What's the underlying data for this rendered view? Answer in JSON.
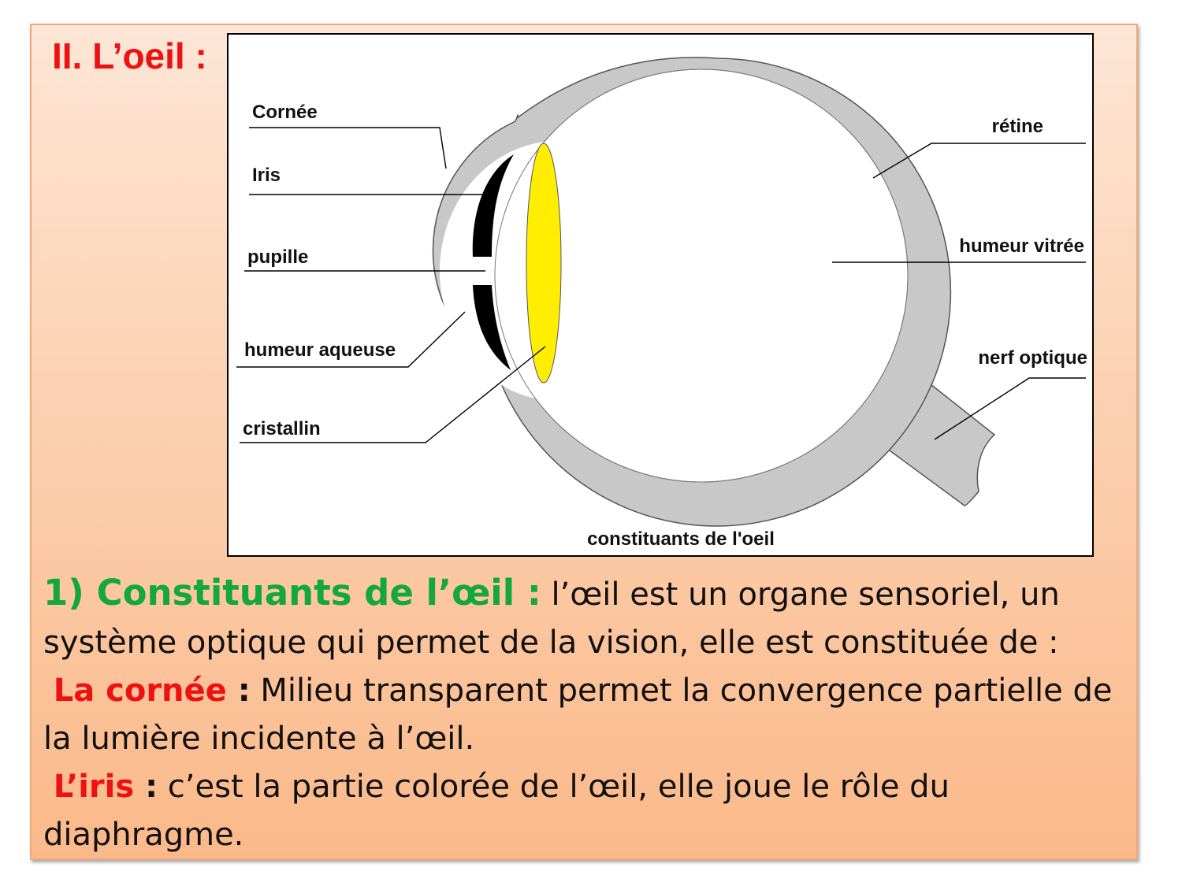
{
  "slide": {
    "section_title": "II. L’oeil :",
    "figure": {
      "caption": "constituants de l'oeil",
      "labels": {
        "cornea": "Cornée",
        "iris": "Iris",
        "pupil": "pupille",
        "aqueous": "humeur aqueuse",
        "lens": "cristallin",
        "retina": "rétine",
        "vitreous": "humeur vitrée",
        "optic_nerve": "nerf optique"
      },
      "colors": {
        "sclera": "#c8c8c8",
        "lens": "#ffee00",
        "iris": "#000000"
      }
    },
    "body": {
      "heading": "1) Constituants de l’œil :",
      "intro_1": " l’œil est un organe sensoriel, un",
      "intro_2": "système optique qui permet de la vision, elle est constituée de :",
      "cornea_term": "La  cornée",
      "cornea_colon": " :",
      "cornea_desc_1": " Milieu transparent permet la convergence partielle de",
      "cornea_desc_2": "la lumière incidente à l’œil.",
      "iris_term": "L’iris",
      "iris_colon": " :",
      "iris_desc_1": " c’est la partie colorée de l’œil, elle joue le rôle du",
      "iris_desc_2": "diaphragme."
    }
  }
}
